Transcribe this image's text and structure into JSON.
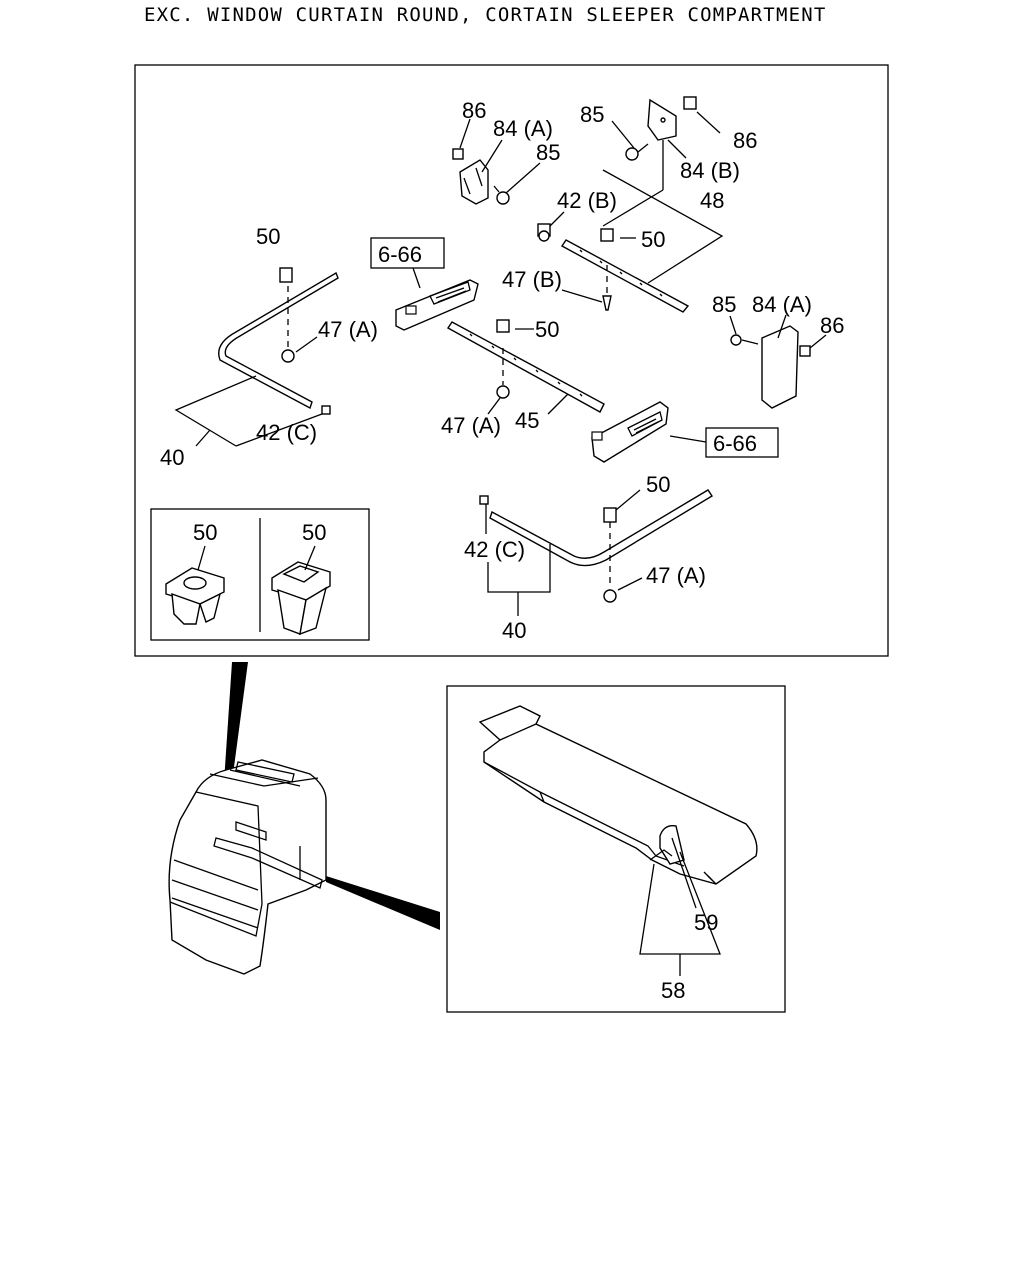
{
  "title": "EXC. WINDOW CURTAIN ROUND, CORTAIN SLEEPER COMPARTMENT",
  "callouts": {
    "c86a": "86",
    "c84a_top": "84 (A)",
    "c85a": "85",
    "c85b": "85",
    "c86b": "86",
    "c84b": "84 (B)",
    "c42b": "42 (B)",
    "c48": "48",
    "c50b": "50",
    "c47b": "47 (B)",
    "c85c": "85",
    "c84a_right": "84 (A)",
    "c86c": "86",
    "c50a": "50",
    "c47a_left": "47 (A)",
    "c40_left": "40",
    "c42c_left": "42 (C)",
    "c50c": "50",
    "c47a_mid": "47 (A)",
    "c45": "45",
    "c50d": "50",
    "c42c_bottom": "42 (C)",
    "c47a_bottom": "47 (A)",
    "c40_bottom": "40",
    "c50_inset1": "50",
    "c50_inset2": "50",
    "c59": "59",
    "c58": "58"
  },
  "references": {
    "ref_top": "6-66",
    "ref_bottom": "6-66"
  }
}
